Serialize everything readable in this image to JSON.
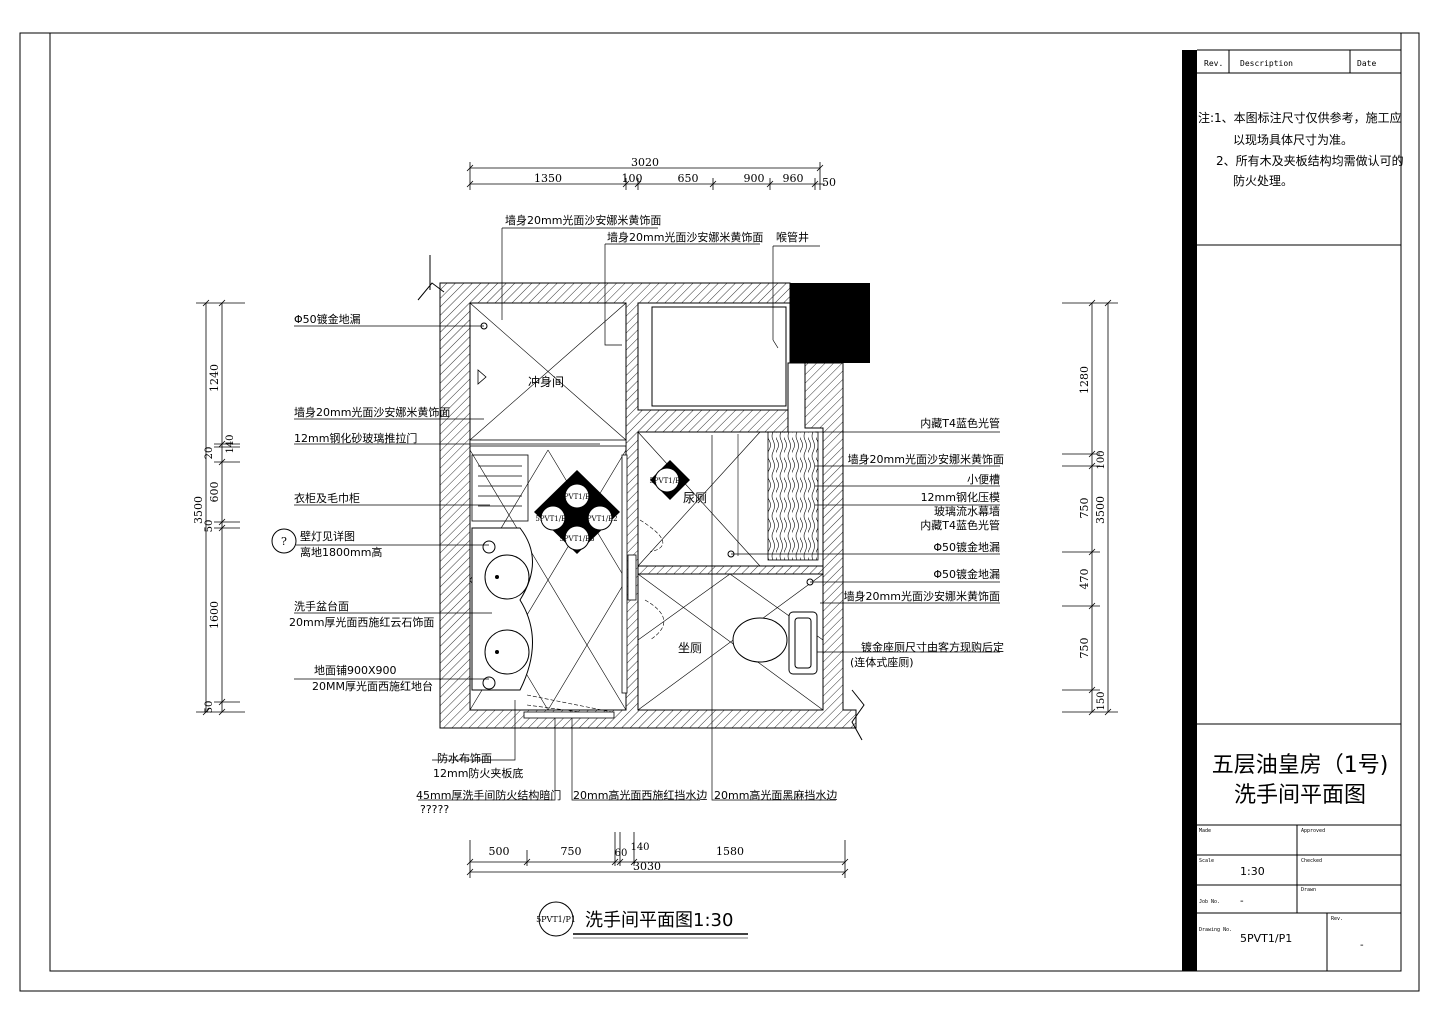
{
  "title_block": {
    "rev_header": "Rev.",
    "description_header": "Description",
    "date_header": "Date",
    "notes": [
      "注:1、本图标注尺寸仅供参考，施工应",
      "以现场具体尺寸为准。",
      "2、所有木及夹板结构均需做认可的",
      "防火处理。"
    ],
    "project_line1": "五层油皇房（1号)",
    "project_line2": "洗手间平面图",
    "made_label": "Made",
    "approved_label": "Approved",
    "scale_label": "Scale",
    "scale_value": "1:30",
    "checked_label": "Checked",
    "job_label": "Job No.",
    "job_value": "-",
    "drawn_label": "Drawn",
    "drawing_label": "Drawing No.",
    "drawing_value": "5PVT1/P1",
    "rev_label": "Rev.",
    "rev_value": "-"
  },
  "drawing_title": {
    "tag": "5PVT1/P1",
    "text": "洗手间平面图1:30"
  },
  "dims": {
    "top_total": "3020",
    "top": [
      "1350",
      "100",
      "650",
      "900",
      "960",
      "50"
    ],
    "bottom_total": "3030",
    "bottom": [
      "500",
      "750",
      "60",
      "140",
      "1580"
    ],
    "left_total": "3500",
    "left": [
      "1240",
      "20",
      "140",
      "600",
      "50",
      "1600",
      "50"
    ],
    "right_total": "3500",
    "right": [
      "1280",
      "100",
      "750",
      "470",
      "750",
      "150"
    ]
  },
  "rooms": {
    "shower": "冲身间",
    "urinal": "尿厕",
    "toilet": "坐厕"
  },
  "elevation_tags": [
    "5PVT1/E1",
    "5PVT1/E2",
    "5PVT1/E3",
    "5PVT1/E4",
    "5PVT1/E5"
  ],
  "callout_marker": "?",
  "labels": {
    "top1": "墙身20mm光面沙安娜米黄饰面",
    "top2": "墙身20mm光面沙安娜米黄饰面",
    "top3": "喉管井",
    "l1": "Φ50镀金地漏",
    "l2": "墙身20mm光面沙安娜米黄饰面",
    "l3": "12mm钢化砂玻璃推拉门",
    "l4": "衣柜及毛巾柜",
    "l5a": "壁灯见详图",
    "l5b": "离地1800mm高",
    "l6a": "洗手盆台面",
    "l6b": "20mm厚光面西施红云石饰面",
    "l7a": "地面铺900X900",
    "l7b": "20MM厚光面西施红地台",
    "r1": "内藏T4蓝色光管",
    "r2": "墙身20mm光面沙安娜米黄饰面",
    "r3": "小便槽",
    "r4a": "12mm钢化压模",
    "r4b": "玻璃流水幕墙",
    "r4c": "内藏T4蓝色光管",
    "r5": "Φ50镀金地漏",
    "r6": "Φ50镀金地漏",
    "r7": "墙身20mm光面沙安娜米黄饰面",
    "r8a": "镀金座厕尺寸由客方现购后定",
    "r8b": "(连体式座厕)",
    "b1a": "防水布饰面",
    "b1b": "12mm防火夹板底",
    "b2a": "45mm厚洗手间防火结构暗门",
    "b2b": "?????",
    "b3": "20mm高光面西施红挡水边",
    "b4": "20mm高光面黑麻挡水边"
  }
}
